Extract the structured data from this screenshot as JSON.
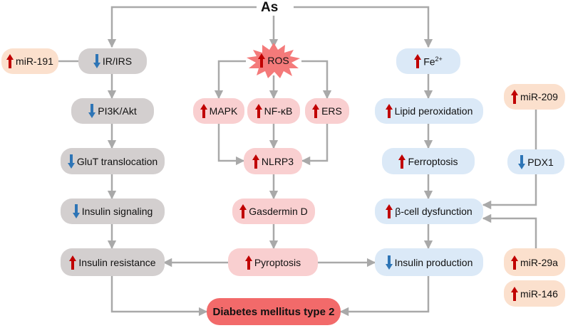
{
  "source": "As",
  "outcome": "Diabetes mellitus type 2",
  "colors": {
    "up_arrow": "#c00000",
    "down_arrow": "#2e75b6",
    "connector": "#a9a9a9"
  },
  "nodes": {
    "mir191": {
      "label": "miR-191",
      "change": "up"
    },
    "ir_irs": {
      "label": "IR/IRS",
      "change": "down"
    },
    "pi3k_akt": {
      "label": "PI3K/Akt",
      "change": "down"
    },
    "glut": {
      "label": "GluT translocation",
      "change": "down"
    },
    "insulin_signaling": {
      "label": "Insulin signaling",
      "change": "down"
    },
    "insulin_resistance": {
      "label": "Insulin resistance",
      "change": "up"
    },
    "ros": {
      "label": "ROS",
      "change": "up"
    },
    "mapk": {
      "label": "MAPK",
      "change": "up"
    },
    "nfkb": {
      "label": "NF-κB",
      "change": "up"
    },
    "ers": {
      "label": "ERS",
      "change": "up"
    },
    "nlrp3": {
      "label": "NLRP3",
      "change": "up"
    },
    "gasdermin": {
      "label": "Gasdermin D",
      "change": "up"
    },
    "pyroptosis": {
      "label": "Pyroptosis",
      "change": "up"
    },
    "fe": {
      "label": "Fe",
      "sup": "2+",
      "change": "up"
    },
    "lipid": {
      "label": "Lipid peroxidation",
      "change": "up"
    },
    "ferroptosis": {
      "label": "Ferroptosis",
      "change": "up"
    },
    "beta_cell": {
      "label": "β-cell dysfunction",
      "change": "up"
    },
    "insulin_production": {
      "label": "Insulin production",
      "change": "down"
    },
    "mir209": {
      "label": "miR-209",
      "change": "up"
    },
    "pdx1": {
      "label": "PDX1",
      "change": "down"
    },
    "mir29a": {
      "label": "miR-29a",
      "change": "up"
    },
    "mir146": {
      "label": "miR-146",
      "change": "up"
    }
  }
}
